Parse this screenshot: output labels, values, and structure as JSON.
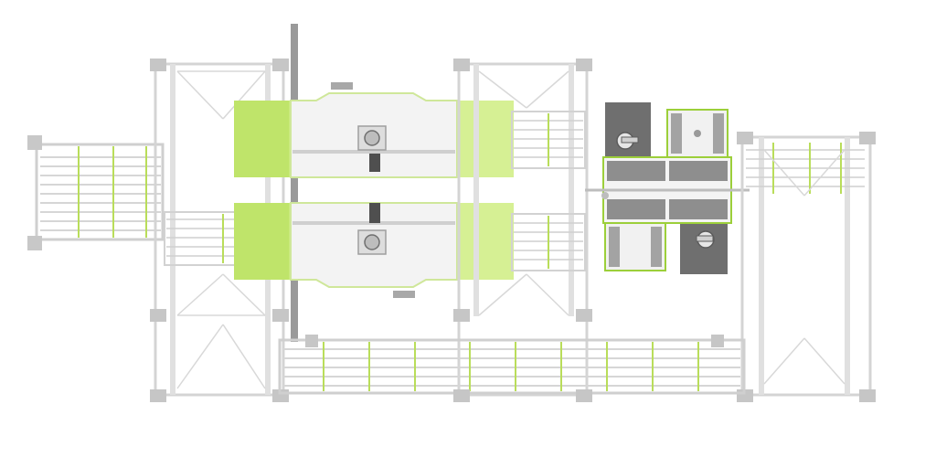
{
  "colors": {
    "background": "#ffffff",
    "frame": "#d9d9d9",
    "frame_dark": "#b5b5b5",
    "accent_green": "#c9eb7a",
    "accent_green_light": "#e3f5b0",
    "accent_green_edge": "#9ccf3a",
    "machine_body": "#f2f2f2",
    "dark_panel": "#8a8a8a",
    "robot_cell_floor": "#6e6e6e"
  },
  "layout_description": {
    "view": "top-down",
    "sections": [
      "left-infeed-conveyor",
      "left-gantry-frame",
      "upper-cnc-machine",
      "lower-cnc-machine",
      "right-gantry-frame",
      "robot-cell",
      "right-outfeed-frame",
      "bottom-return-conveyor"
    ]
  }
}
